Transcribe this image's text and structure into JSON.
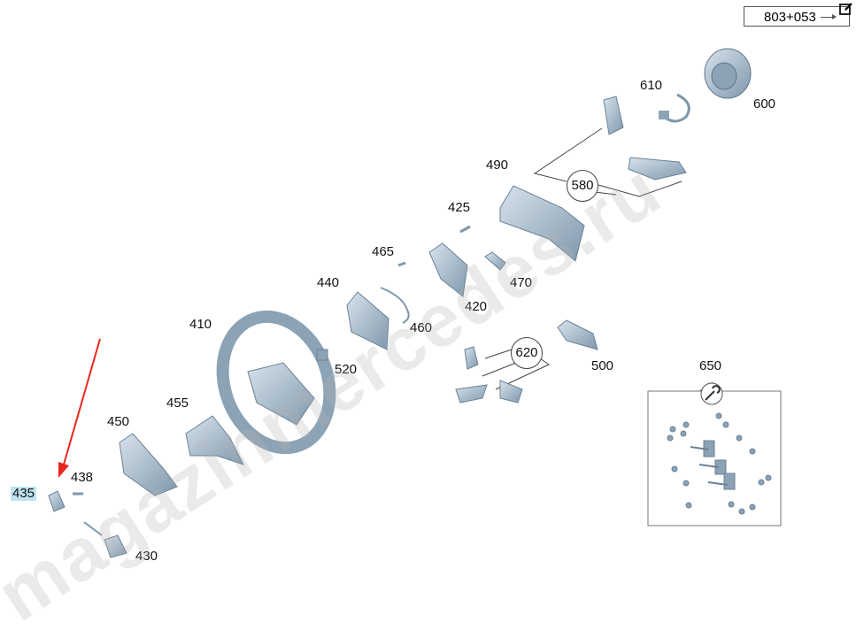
{
  "reference": {
    "code": "803+053"
  },
  "watermark": "magazinmercedes.ru",
  "highlight_color": "#bfe3ef",
  "part_color": "#9fb5c8",
  "arrow_color": "#e8261e",
  "labels": {
    "p600": "600",
    "p610": "610",
    "p490": "490",
    "p580": "580",
    "p425": "425",
    "p465": "465",
    "p470": "470",
    "p420": "420",
    "p440": "440",
    "p460": "460",
    "p410": "410",
    "p520": "520",
    "p620": "620",
    "p500": "500",
    "p650": "650",
    "p455": "455",
    "p450": "450",
    "p438": "438",
    "p435": "435",
    "p430": "430"
  },
  "icons": {
    "edit": "edit-icon",
    "wrench": "wrench-icon"
  }
}
